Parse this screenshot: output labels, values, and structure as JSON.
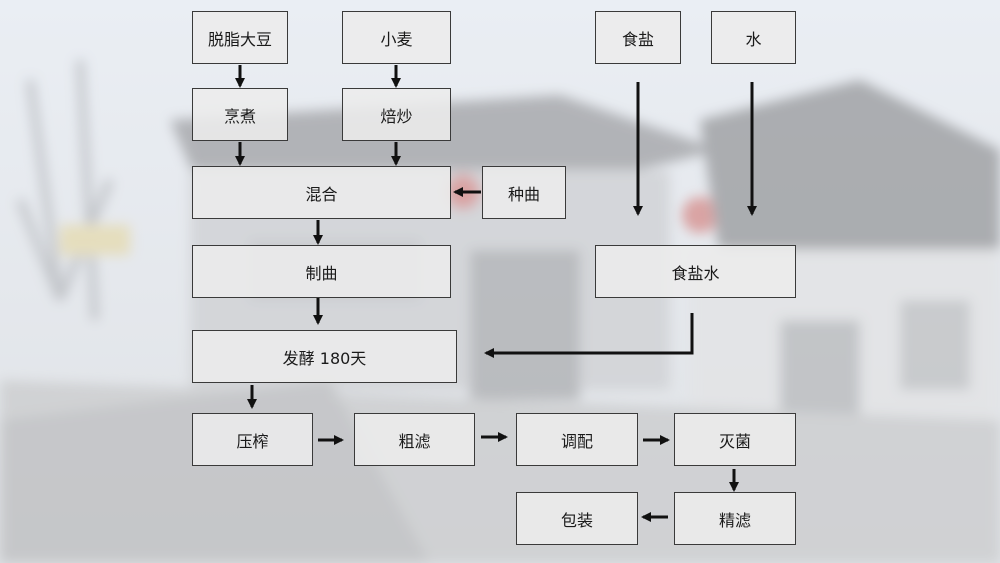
{
  "nodes": {
    "soybean": "脱脂大豆",
    "wheat": "小麦",
    "salt": "食盐",
    "water": "水",
    "cook": "烹煮",
    "roast": "焙炒",
    "mix": "混合",
    "seed_koji": "种曲",
    "koji_making": "制曲",
    "brine": "食盐水",
    "ferment": "发酵 180天",
    "press": "压榨",
    "coarse_filter": "粗滤",
    "blend": "调配",
    "sterilize": "灭菌",
    "fine_filter": "精滤",
    "package": "包装"
  },
  "colors": {
    "node_fill": "#ececec",
    "node_border": "#3a3a3a",
    "arrow": "#111111",
    "text": "#1a1a1a"
  }
}
